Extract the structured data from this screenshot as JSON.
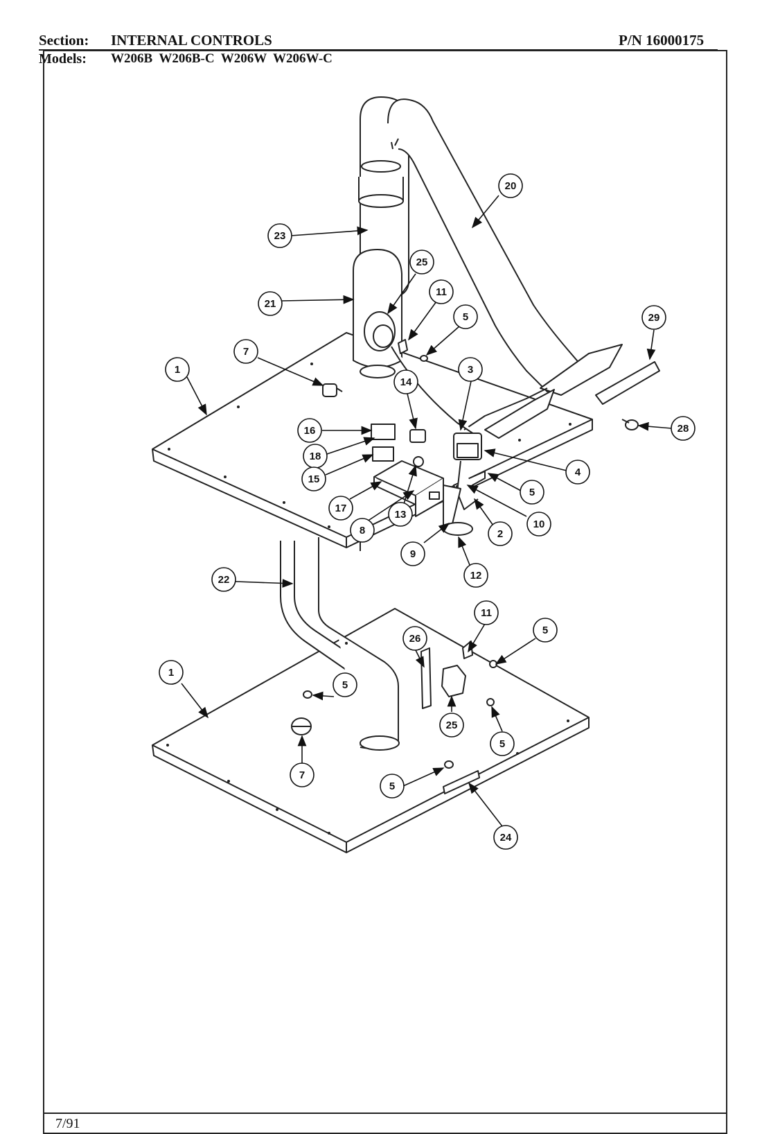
{
  "header": {
    "section_label": "Section:",
    "section_value": "INTERNAL CONTROLS",
    "part_number": "P/N 16000175",
    "models_label": "Models:",
    "models_value": "W206B  W206B-C  W206W  W206W-C"
  },
  "footer": {
    "date": "7/91"
  },
  "callouts": [
    {
      "id": "c20a",
      "label": "20"
    },
    {
      "id": "c23",
      "label": "23"
    },
    {
      "id": "c25a",
      "label": "25"
    },
    {
      "id": "c21",
      "label": "21"
    },
    {
      "id": "c11a",
      "label": "11"
    },
    {
      "id": "c5a",
      "label": "5"
    },
    {
      "id": "c29",
      "label": "29"
    },
    {
      "id": "c7a",
      "label": "7"
    },
    {
      "id": "c1a",
      "label": "1"
    },
    {
      "id": "c14",
      "label": "14"
    },
    {
      "id": "c3",
      "label": "3"
    },
    {
      "id": "c28",
      "label": "28"
    },
    {
      "id": "c16",
      "label": "16"
    },
    {
      "id": "c18",
      "label": "18"
    },
    {
      "id": "c15",
      "label": "15"
    },
    {
      "id": "c4",
      "label": "4"
    },
    {
      "id": "c5b",
      "label": "5"
    },
    {
      "id": "c17",
      "label": "17"
    },
    {
      "id": "c13",
      "label": "13"
    },
    {
      "id": "c8",
      "label": "8"
    },
    {
      "id": "c2",
      "label": "2"
    },
    {
      "id": "c10",
      "label": "10"
    },
    {
      "id": "c9",
      "label": "9"
    },
    {
      "id": "c12",
      "label": "12"
    },
    {
      "id": "c22",
      "label": "22"
    },
    {
      "id": "c11b",
      "label": "11"
    },
    {
      "id": "c5c",
      "label": "5"
    },
    {
      "id": "c26",
      "label": "26"
    },
    {
      "id": "c1b",
      "label": "1"
    },
    {
      "id": "c5d",
      "label": "5"
    },
    {
      "id": "c25b",
      "label": "25"
    },
    {
      "id": "c5e",
      "label": "5"
    },
    {
      "id": "c7b",
      "label": "7"
    },
    {
      "id": "c5f",
      "label": "5"
    },
    {
      "id": "c24",
      "label": "24"
    }
  ]
}
